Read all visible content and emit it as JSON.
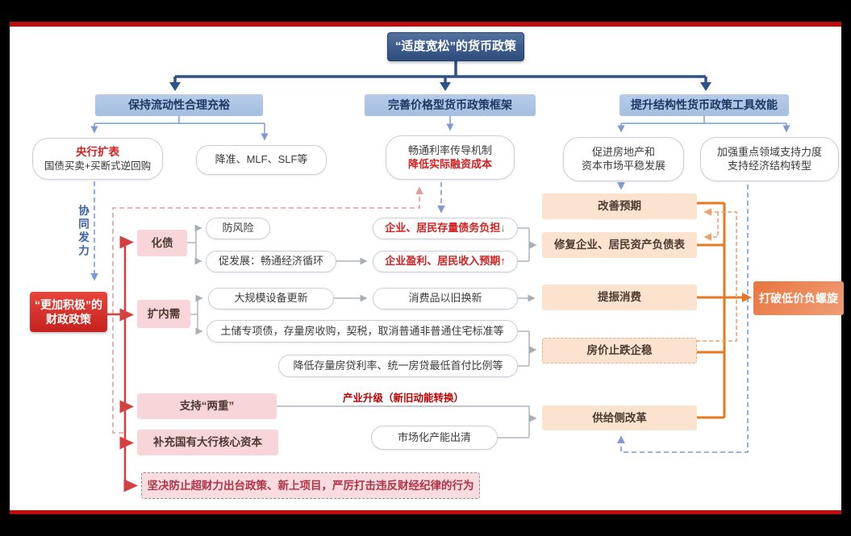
{
  "colors": {
    "frame_accent": "#c30b0b",
    "navy": "#2e5288",
    "blue": "#7a9bd4",
    "red": "#d43f3f",
    "orange": "#e87722",
    "emphasis_red": "#d42020",
    "emphasis_green": "#3fa32c"
  },
  "monetary": {
    "title": "“适度宽松”的货币政策",
    "pillar1": "保持流动性合理充裕",
    "pillar2": "完善价格型货币政策框架",
    "pillar3": "提升结构性货币政策工具效能",
    "cb_expand_title": "央行扩表",
    "cb_expand_sub": "国债买卖+买断式逆回购",
    "rrr_tools": "降准、MLF、SLF等",
    "rate_line1": "畅通利率传导机制",
    "rate_line2": "降低实际融资成本",
    "housing_line1": "促进房地产和",
    "housing_line2": "资本市场平稳发展",
    "keyarea_line1": "加强重点领域支持力度",
    "keyarea_line2": "支持经济结构转型"
  },
  "fiscal": {
    "synergy": "协同发力",
    "title_line1": "“更加积极”的",
    "title_line2": "财政政策",
    "debt_resolve": "化债",
    "expand_demand": "扩内需",
    "support_two": "支持“两重”",
    "bank_capital": "补充国有大行核心资本",
    "discipline": "坚决防止超财力出台政策、新上项目，严厉打击违反财经纪律的行为"
  },
  "transmission": {
    "risk": "防风险",
    "develop": "促发展：畅通经济循环",
    "debt_burden": "企业、居民存量债务负担",
    "debt_burden_mark": "↓",
    "income_expect": "企业盈利、居民收入预期",
    "income_expect_mark": "↑",
    "equipment": "大规模设备更新",
    "tradein": "消费品以旧换新",
    "housing_measures": "土储专项债，存量房收购，契税，取消普通非普通住宅标准等",
    "mortgage_measures": "降低存量房贷利率、统一房贷最低首付比例等",
    "industry_upgrade": "产业升级（新旧动能转换）",
    "capacity_clearing": "市场化产能出清"
  },
  "outcomes": {
    "expectations": "改善预期",
    "balance_sheet": "修复企业、居民资产负债表",
    "consumption": "提振消费",
    "housing_price": "房价止跌企稳",
    "supply_side": "供给侧改革",
    "goal": "打破低价负螺旋"
  }
}
